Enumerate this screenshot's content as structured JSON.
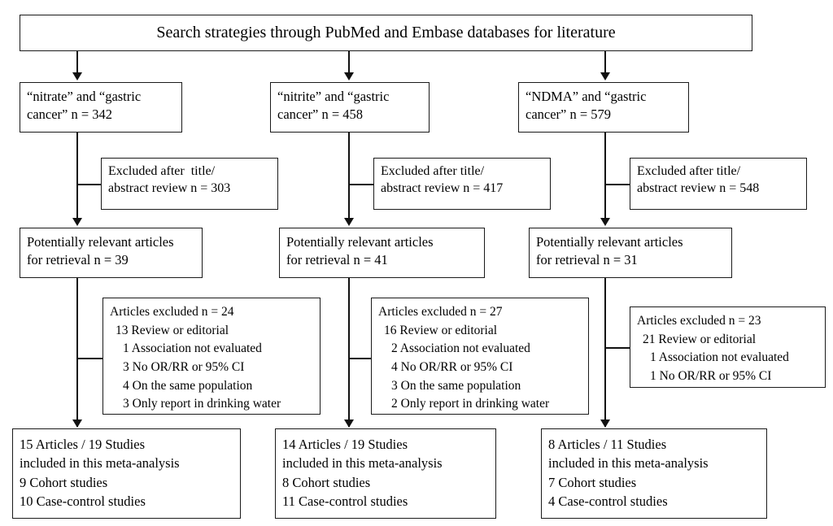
{
  "figure": {
    "type": "flowchart",
    "title": "Search strategies through PubMed and Embase databases for literature"
  },
  "columns": [
    {
      "id": "nitrate",
      "source": {
        "line1": "“nitrate” and “gastric",
        "line2": "cancer” n = 342"
      },
      "excluded_title_abstract": {
        "line1": "Excluded after  title/",
        "line2": "abstract review n = 303"
      },
      "potentially_relevant": {
        "line1": "Potentially relevant articles",
        "line2": "for retrieval n = 39"
      },
      "articles_excluded": {
        "header": "Articles excluded n = 24",
        "reasons": [
          "13 Review or editorial",
          "1 Association not evaluated",
          "3 No OR/RR or 95% CI",
          "4 On the same population",
          "3 Only report in drinking water"
        ]
      },
      "result": {
        "line1": "15 Articles / 19 Studies",
        "line2": "included in this meta-analysis",
        "line3": "9 Cohort studies",
        "line4": "10 Case-control studies"
      }
    },
    {
      "id": "nitrite",
      "source": {
        "line1": "“nitrite” and “gastric",
        "line2": "cancer” n = 458"
      },
      "excluded_title_abstract": {
        "line1": "Excluded after title/",
        "line2": "abstract review n = 417"
      },
      "potentially_relevant": {
        "line1": "Potentially relevant articles",
        "line2": "for retrieval n = 41"
      },
      "articles_excluded": {
        "header": "Articles excluded n = 27",
        "reasons": [
          "16 Review or editorial",
          "2 Association not evaluated",
          "4 No OR/RR or 95% CI",
          "3 On the same population",
          "2 Only report in drinking water"
        ]
      },
      "result": {
        "line1": "14 Articles / 19 Studies",
        "line2": "included in this meta-analysis",
        "line3": "8 Cohort studies",
        "line4": "11 Case-control studies"
      }
    },
    {
      "id": "ndma",
      "source": {
        "line1": "“NDMA” and “gastric",
        "line2": "cancer” n = 579"
      },
      "excluded_title_abstract": {
        "line1": "Excluded after title/",
        "line2": "abstract review n = 548"
      },
      "potentially_relevant": {
        "line1": "Potentially relevant articles",
        "line2": "for retrieval n = 31"
      },
      "articles_excluded": {
        "header": "Articles excluded n = 23",
        "reasons": [
          "21 Review or editorial",
          "1 Association not evaluated",
          "1 No OR/RR or 95% CI"
        ]
      },
      "result": {
        "line1": "8 Articles / 11 Studies",
        "line2": "included in this meta-analysis",
        "line3": "7 Cohort studies",
        "line4": "4 Case-control studies"
      }
    }
  ],
  "colors": {
    "stroke": "#1a1a1a",
    "background": "#ffffff",
    "text": "#000000"
  }
}
